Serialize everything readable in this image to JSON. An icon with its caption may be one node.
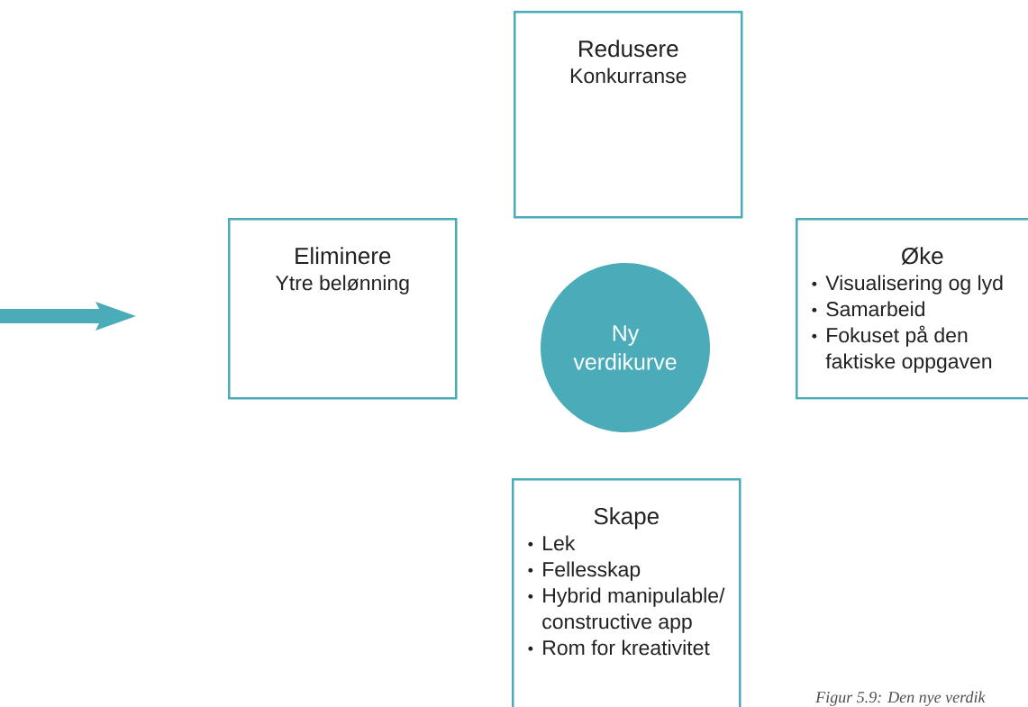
{
  "diagram": {
    "caption": "Figur 5.9: Den nye verdik",
    "nodes": [
      {
        "text": [
          "Redusere",
          "Konkurranse"
        ]
      },
      {
        "text": [
          "Eliminere",
          "Ytre belønning"
        ]
      },
      {
        "text": [
          "Ny verdikurve"
        ]
      },
      {
        "text": [
          "Øke",
          "Visualisering og lyd",
          "Samarbeid",
          "Fokuset på den faktiske oppgaven"
        ]
      },
      {
        "text": [
          "Skape",
          "Lek",
          "Fellesskap",
          "Hybrid manipulable/ constructive app",
          "Rom for kreativitet"
        ]
      }
    ]
  }
}
